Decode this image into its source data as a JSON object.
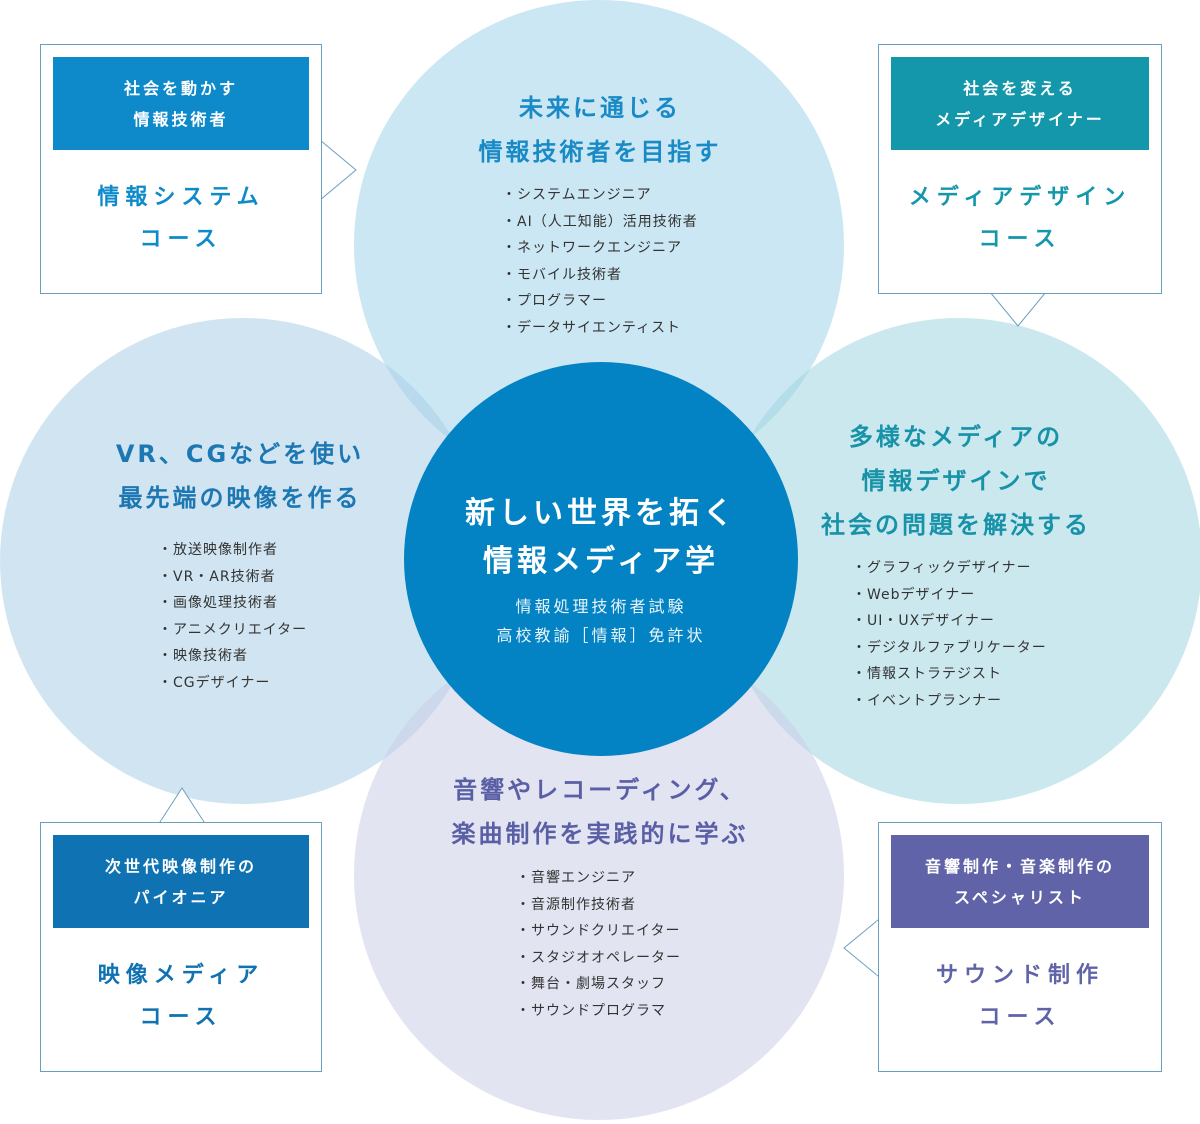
{
  "center": {
    "title_lines": [
      "新しい世界を拓く",
      "情報メディア学"
    ],
    "sub_lines": [
      "情報処理技術者試験",
      "高校教諭［情報］免許状"
    ]
  },
  "top_circle": {
    "heading_lines": [
      "未来に通じる",
      "情報技術者を目指す"
    ],
    "items": [
      "・システムエンジニア",
      "・AI（人工知能）活用技術者",
      "・ネットワークエンジニア",
      "・モバイル技術者",
      "・プログラマー",
      "・データサイエンティスト"
    ]
  },
  "left_circle": {
    "heading_lines": [
      "VR、CGなどを使い",
      "最先端の映像を作る"
    ],
    "items": [
      "・放送映像制作者",
      "・VR・AR技術者",
      "・画像処理技術者",
      "・アニメクリエイター",
      "・映像技術者",
      "・CGデザイナー"
    ]
  },
  "right_circle": {
    "heading_lines": [
      "多様なメディアの",
      "情報デザインで",
      "社会の問題を解決する"
    ],
    "items": [
      "・グラフィックデザイナー",
      "・Webデザイナー",
      "・UI・UXデザイナー",
      "・デジタルファブリケーター",
      "・情報ストラテジスト",
      "・イベントプランナー"
    ]
  },
  "bottom_circle": {
    "heading_lines": [
      "音響やレコーディング、",
      "楽曲制作を実践的に学ぶ"
    ],
    "items": [
      "・音響エンジニア",
      "・音源制作技術者",
      "・サウンドクリエイター",
      "・スタジオオペレーター",
      "・舞台・劇場スタッフ",
      "・サウンドプログラマ"
    ]
  },
  "boxes": {
    "info_system": {
      "tagline_lines": [
        "社会を動かす",
        "情報技術者"
      ],
      "course_lines": [
        "情報システム",
        "コース"
      ],
      "color": "#0e8acb"
    },
    "media_design": {
      "tagline_lines": [
        "社会を変える",
        "メディアデザイナー"
      ],
      "course_lines": [
        "メディアデザイン",
        "コース"
      ],
      "color": "#1497aa"
    },
    "visual_media": {
      "tagline_lines": [
        "次世代映像制作の",
        "パイオニア"
      ],
      "course_lines": [
        "映像メディア",
        "コース"
      ],
      "color": "#0f72b2"
    },
    "sound": {
      "tagline_lines": [
        "音響制作・音楽制作の",
        "スペシャリスト"
      ],
      "course_lines": [
        "サウンド制作",
        "コース"
      ],
      "color": "#6063a8"
    }
  },
  "colors": {
    "top_heading": "#1a8ac6",
    "left_heading": "#1d77b3",
    "right_heading": "#1792a8",
    "bottom_heading": "#5a5fa5"
  }
}
